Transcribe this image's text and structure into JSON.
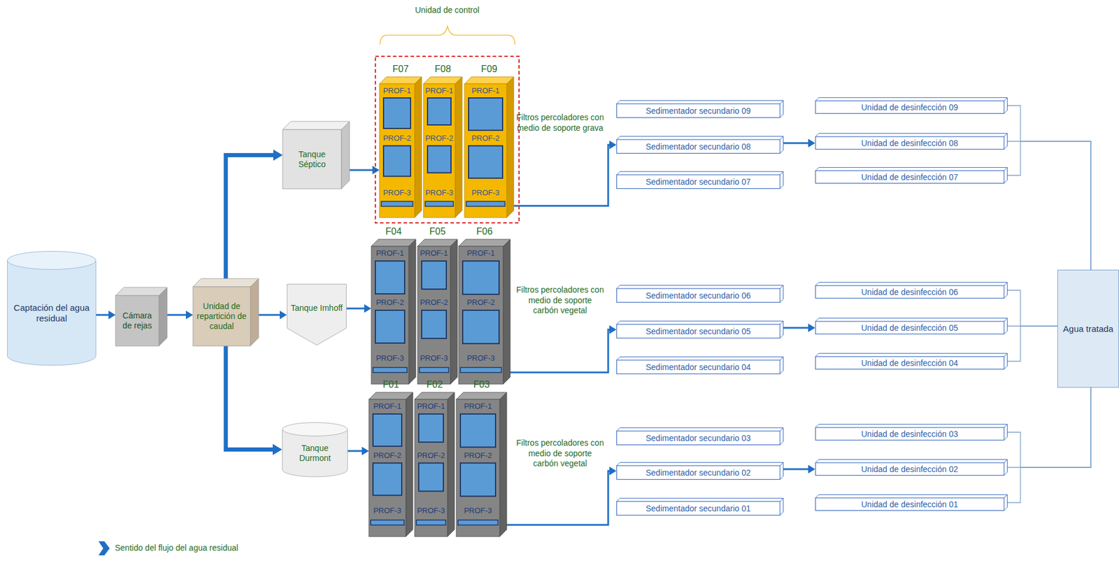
{
  "diagram": {
    "nodes": [
      {
        "text": [
          "Captación del agua residual"
        ]
      },
      {
        "text": [
          "Cámara de rejas"
        ]
      },
      {
        "text": [
          "Unidad de repartición de caudal"
        ]
      },
      {
        "text": [
          "Tanque Séptico"
        ]
      },
      {
        "text": [
          "Tanque Imhoff"
        ]
      },
      {
        "text": [
          "Tanque Durmont"
        ]
      },
      {
        "text": [
          "Unidad de control"
        ]
      },
      {
        "text": [
          "F07",
          "PROF-1",
          "PROF-2",
          "PROF-3"
        ],
        "in": 6
      },
      {
        "text": [
          "F08",
          "PROF-1",
          "PROF-2",
          "PROF-3"
        ],
        "in": 6
      },
      {
        "text": [
          "F09",
          "PROF-1",
          "PROF-2",
          "PROF-3"
        ],
        "in": 6
      },
      {
        "text": [
          "F04",
          "PROF-1",
          "PROF-2",
          "PROF-3"
        ]
      },
      {
        "text": [
          "F05",
          "PROF-1",
          "PROF-2",
          "PROF-3"
        ]
      },
      {
        "text": [
          "F06",
          "PROF-1",
          "PROF-2",
          "PROF-3"
        ]
      },
      {
        "text": [
          "F01",
          "PROF-1",
          "PROF-2",
          "PROF-3"
        ]
      },
      {
        "text": [
          "F02",
          "PROF-1",
          "PROF-2",
          "PROF-3"
        ]
      },
      {
        "text": [
          "F03",
          "PROF-1",
          "PROF-2",
          "PROF-3"
        ]
      },
      {
        "text": [
          "Sedimentador secundario 09"
        ]
      },
      {
        "text": [
          "Sedimentador secundario 08"
        ]
      },
      {
        "text": [
          "Sedimentador secundario 07"
        ]
      },
      {
        "text": [
          "Sedimentador secundario 06"
        ]
      },
      {
        "text": [
          "Sedimentador secundario 05"
        ]
      },
      {
        "text": [
          "Sedimentador secundario 04"
        ]
      },
      {
        "text": [
          "Sedimentador secundario 03"
        ]
      },
      {
        "text": [
          "Sedimentador secundario 02"
        ]
      },
      {
        "text": [
          "Sedimentador secundario 01"
        ]
      },
      {
        "text": [
          "Unidad de desinfección 09"
        ]
      },
      {
        "text": [
          "Unidad de desinfección 08"
        ]
      },
      {
        "text": [
          "Unidad de desinfección 07"
        ]
      },
      {
        "text": [
          "Unidad de desinfección 06"
        ]
      },
      {
        "text": [
          "Unidad de desinfección 05"
        ]
      },
      {
        "text": [
          "Unidad de desinfección 04"
        ]
      },
      {
        "text": [
          "Unidad de desinfección 03"
        ]
      },
      {
        "text": [
          "Unidad de desinfección 02"
        ]
      },
      {
        "text": [
          "Unidad de desinfección 01"
        ]
      },
      {
        "text": [
          "Agua tratada"
        ]
      }
    ],
    "edges": [
      {
        "from": 0,
        "to": 1,
        "arrow": "to"
      },
      {
        "from": 1,
        "to": 2,
        "arrow": "to"
      },
      {
        "from": 2,
        "to": 3,
        "arrow": "to"
      },
      {
        "from": 2,
        "to": 4,
        "arrow": "to"
      },
      {
        "from": 2,
        "to": 5,
        "arrow": "to"
      },
      {
        "from": 3,
        "to": 7,
        "arrow": "to"
      },
      {
        "from": 4,
        "to": 10,
        "arrow": "to"
      },
      {
        "from": 5,
        "to": 13,
        "arrow": "to"
      },
      {
        "from": 9,
        "to": 17,
        "arrow": "to"
      },
      {
        "from": 12,
        "to": 20,
        "arrow": "to"
      },
      {
        "from": 15,
        "to": 23,
        "arrow": "to"
      },
      {
        "from": 17,
        "to": 26,
        "arrow": "to"
      },
      {
        "from": 20,
        "to": 29,
        "arrow": "to"
      },
      {
        "from": 23,
        "to": 32,
        "arrow": "to"
      },
      {
        "from": 25,
        "to": 34,
        "arrow": "none"
      },
      {
        "from": 26,
        "to": 34,
        "arrow": "none"
      },
      {
        "from": 27,
        "to": 34,
        "arrow": "none"
      },
      {
        "from": 28,
        "to": 34,
        "arrow": "none"
      },
      {
        "from": 29,
        "to": 34,
        "arrow": "none"
      },
      {
        "from": 30,
        "to": 34,
        "arrow": "none"
      },
      {
        "from": 31,
        "to": 34,
        "arrow": "none"
      },
      {
        "from": 32,
        "to": 34,
        "arrow": "none"
      },
      {
        "from": 33,
        "to": 34,
        "arrow": "none"
      }
    ],
    "labels": [
      "Filtros percoladores con medio de soporte grava",
      "Filtros percoladores con medio de soporte carbón vegetal",
      "Filtros percoladores con medio de soporte carbón vegetal"
    ],
    "legend": [
      {
        "text": "Sentido del flujo del agua residual"
      }
    ]
  }
}
